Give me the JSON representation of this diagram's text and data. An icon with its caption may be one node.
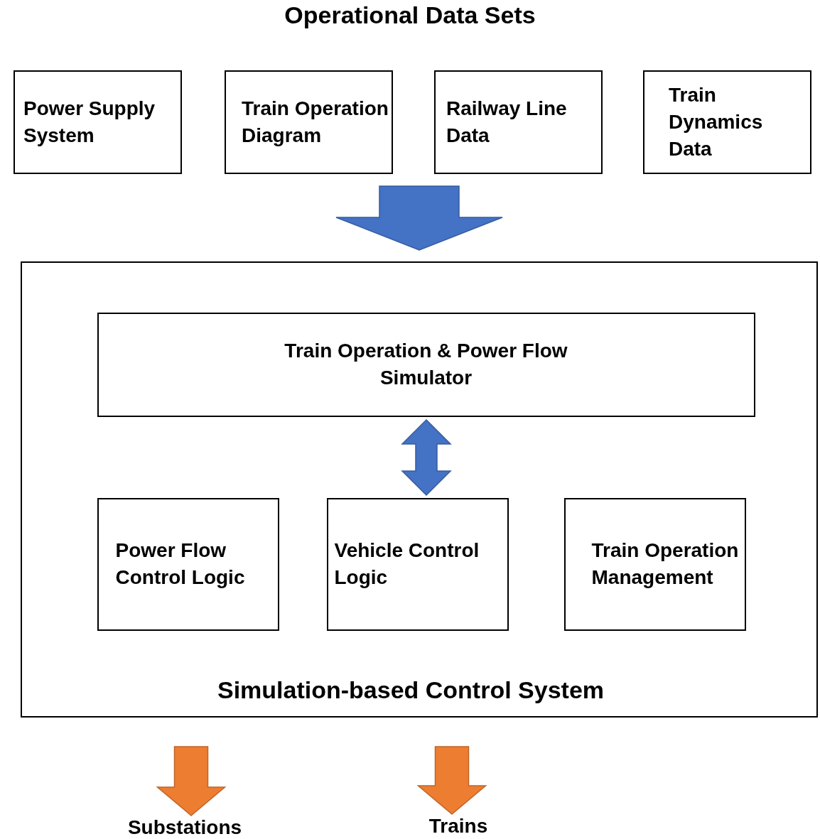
{
  "diagram": {
    "title": "Operational Data Sets",
    "nodes": [
      {
        "text": [
          "Power Supply System"
        ]
      },
      {
        "text": [
          "Train Operation Diagram"
        ]
      },
      {
        "text": [
          "Railway Line Data"
        ]
      },
      {
        "text": [
          "Train Dynamics Data"
        ]
      },
      {
        "text": [
          "Simulation-based Control System"
        ]
      },
      {
        "text": [
          "Train Operation & Power Flow Simulator"
        ],
        "in": 4
      },
      {
        "text": [
          "Power Flow Control Logic"
        ],
        "in": 4
      },
      {
        "text": [
          "Vehicle Control Logic"
        ],
        "in": 4
      },
      {
        "text": [
          "Train Operation Management"
        ],
        "in": 4
      },
      {
        "text": [
          "Substations"
        ]
      },
      {
        "text": [
          "Trains"
        ]
      }
    ],
    "edges": [
      {
        "from": null,
        "to": 4,
        "arrow": "to",
        "color": "#4472c4"
      },
      {
        "from": 5,
        "to": 7,
        "arrow": "both",
        "color": "#4472c4"
      },
      {
        "from": null,
        "to": 9,
        "arrow": "to",
        "color": "#ed7d31"
      },
      {
        "from": null,
        "to": 10,
        "arrow": "to",
        "color": "#ed7d31"
      }
    ]
  }
}
